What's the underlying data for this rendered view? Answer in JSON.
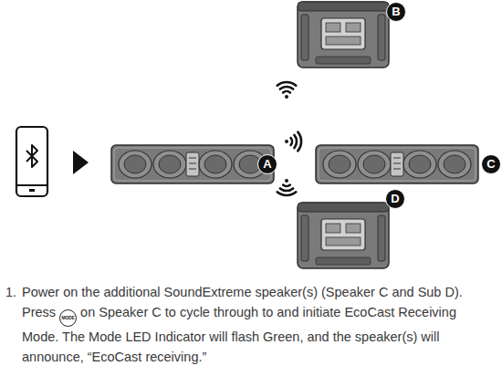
{
  "diagram": {
    "labels": [
      "A",
      "B",
      "C",
      "D",
      "1.",
      "Power on the additional SoundExtreme speaker(s) (Speaker C and Sub D). Press",
      "MODE",
      "on Speaker C to cycle through to and initiate EcoCast Receiving Mode. The Mode LED Indicator will flash Green, and the speaker(s) will announce, “EcoCast receiving.”"
    ]
  }
}
